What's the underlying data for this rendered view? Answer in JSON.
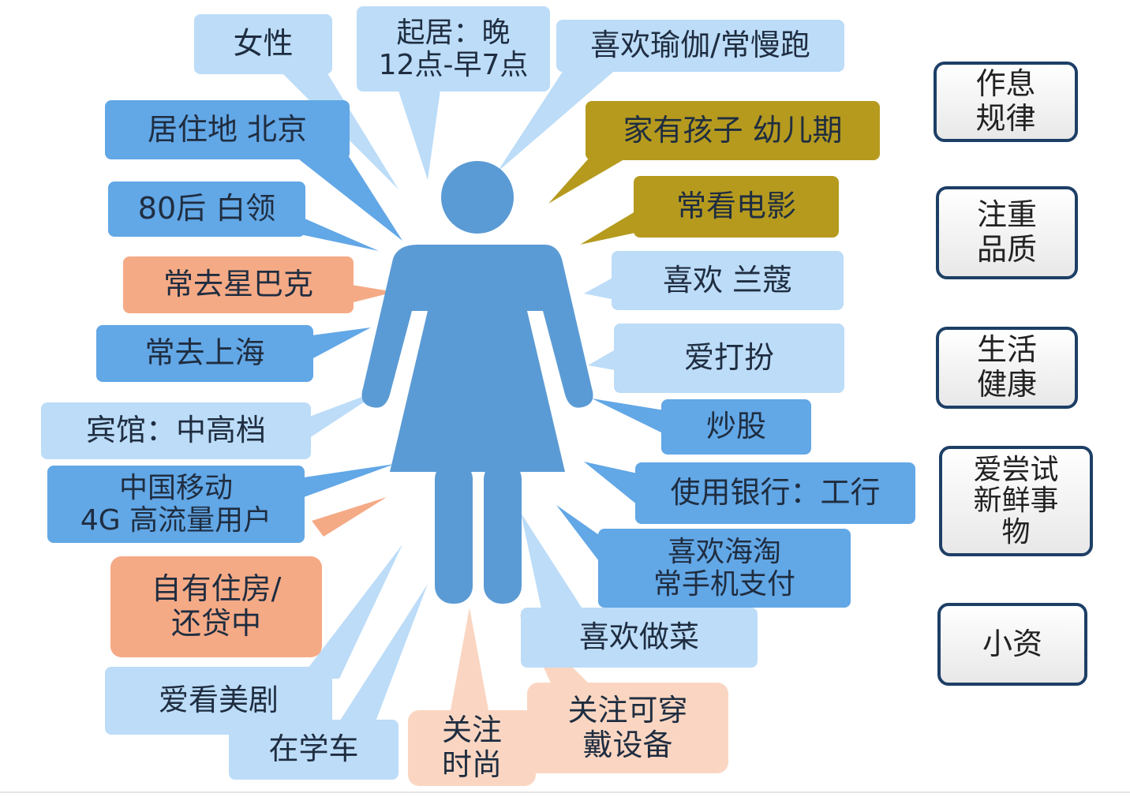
{
  "profile_tags": [
    {
      "id": "female",
      "text": "女性"
    },
    {
      "id": "sleep",
      "text": "起居：晚\n12点-早7点"
    },
    {
      "id": "exercise",
      "text": "喜欢瑜伽/常慢跑"
    },
    {
      "id": "residence",
      "text": "居住地 北京"
    },
    {
      "id": "child",
      "text": "家有孩子  幼儿期"
    },
    {
      "id": "generation",
      "text": "80后  白领"
    },
    {
      "id": "movies",
      "text": "常看电影"
    },
    {
      "id": "starbucks",
      "text": "常去星巴克"
    },
    {
      "id": "lancome",
      "text": "喜欢 兰蔻"
    },
    {
      "id": "shanghai",
      "text": "常去上海"
    },
    {
      "id": "dress_up",
      "text": "爱打扮"
    },
    {
      "id": "hotel",
      "text": "宾馆：中高档"
    },
    {
      "id": "stocks",
      "text": "炒股"
    },
    {
      "id": "mobile",
      "text": "中国移动\n4G 高流量用户"
    },
    {
      "id": "bank",
      "text": "使用银行：工行"
    },
    {
      "id": "taobao",
      "text": "喜欢海淘\n常手机支付"
    },
    {
      "id": "housing",
      "text": "自有住房/\n还贷中"
    },
    {
      "id": "cooking",
      "text": "喜欢做菜"
    },
    {
      "id": "us_drama",
      "text": "爱看美剧"
    },
    {
      "id": "wearables",
      "text": "关注可穿\n戴设备"
    },
    {
      "id": "driving",
      "text": "在学车"
    },
    {
      "id": "fashion",
      "text": "关注\n时尚"
    }
  ],
  "categories": [
    {
      "id": "routine",
      "text": "作息\n规律"
    },
    {
      "id": "quality",
      "text": "注重\n品质"
    },
    {
      "id": "health",
      "text": "生活\n健康"
    },
    {
      "id": "novelty",
      "text": "爱尝试\n新鲜事\n物"
    },
    {
      "id": "petty_bourgeois",
      "text": "小资"
    }
  ],
  "colors": {
    "light_blue": "#bcdcf8",
    "medium_blue": "#62a7e6",
    "olive": "#b59a1e",
    "salmon": "#f5aa86",
    "peach": "#fad6c2",
    "figure": "#5b9bd5",
    "box_border": "#1d3f66",
    "text": "#1f2d40"
  },
  "icons": {
    "center_figure": "woman-figure-icon"
  }
}
